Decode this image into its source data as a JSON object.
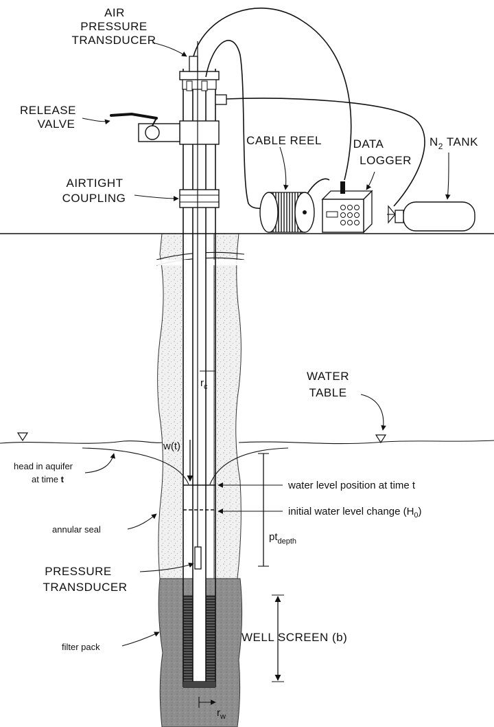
{
  "labels": {
    "air_pressure_transducer_1": "AIR",
    "air_pressure_transducer_2": "PRESSURE",
    "air_pressure_transducer_3": "TRANSDUCER",
    "release_valve_1": "RELEASE",
    "release_valve_2": "VALVE",
    "cable_reel": "CABLE REEL",
    "data_logger_1": "DATA",
    "data_logger_2": "LOGGER",
    "n2_tank_n": "N",
    "n2_tank_sub": "2",
    "n2_tank_rest": " TANK",
    "airtight_coupling_1": "AIRTIGHT",
    "airtight_coupling_2": "COUPLING",
    "water_table_1": "WATER",
    "water_table_2": "TABLE",
    "rc_main": "r",
    "rc_sub": "c",
    "wt": "w(t)",
    "head_aquifer_1": "head in aquifer",
    "head_aquifer_2_a": "at time ",
    "head_aquifer_2_b": "t",
    "water_level_pos": "water level position at time t",
    "initial_water_level_main": "initial water level change (H",
    "initial_water_level_sub": "0",
    "initial_water_level_end": ")",
    "annular_seal": "annular seal",
    "pt_main": "pt",
    "pt_sub": "depth",
    "pressure_transducer_1": "PRESSURE",
    "pressure_transducer_2": "TRANSDUCER",
    "well_screen": "WELL SCREEN (b)",
    "filter_pack": "filter pack",
    "rw_main": "r",
    "rw_sub": "w"
  }
}
